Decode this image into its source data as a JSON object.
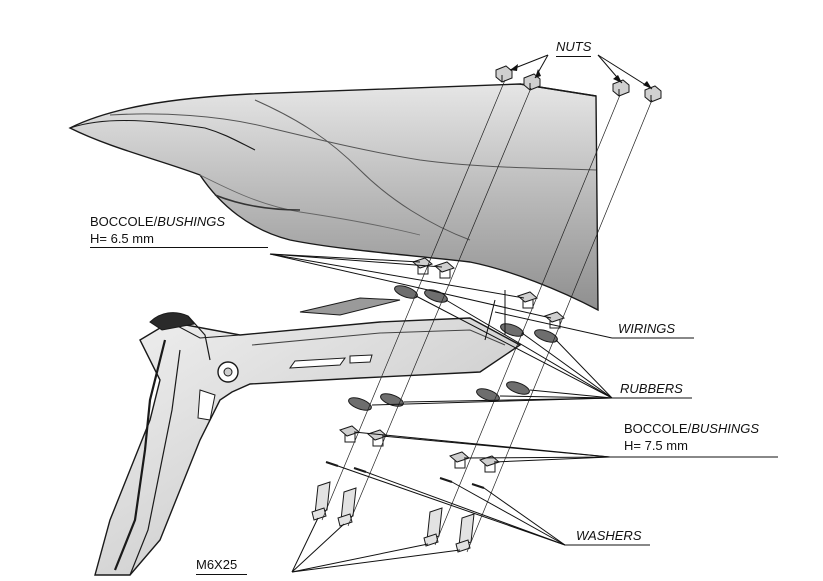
{
  "labels": {
    "nuts": "NUTS",
    "bushings_top_line1_a": "BOCCOLE/",
    "bushings_top_line1_b": "BUSHINGS",
    "bushings_top_line2": "H= 6.5 mm",
    "wirings": "WIRINGS",
    "rubbers": "RUBBERS",
    "bushings_low_line1_a": "BOCCOLE/",
    "bushings_low_line1_b": "BUSHINGS",
    "bushings_low_line2": "H= 7.5 mm",
    "washers": "WASHERS",
    "bolts": "M6X25"
  },
  "colors": {
    "line": "#1a1a1a",
    "part_light": "#d9d9d9",
    "part_mid": "#b3b3b3",
    "part_dark": "#7a7a7a"
  }
}
